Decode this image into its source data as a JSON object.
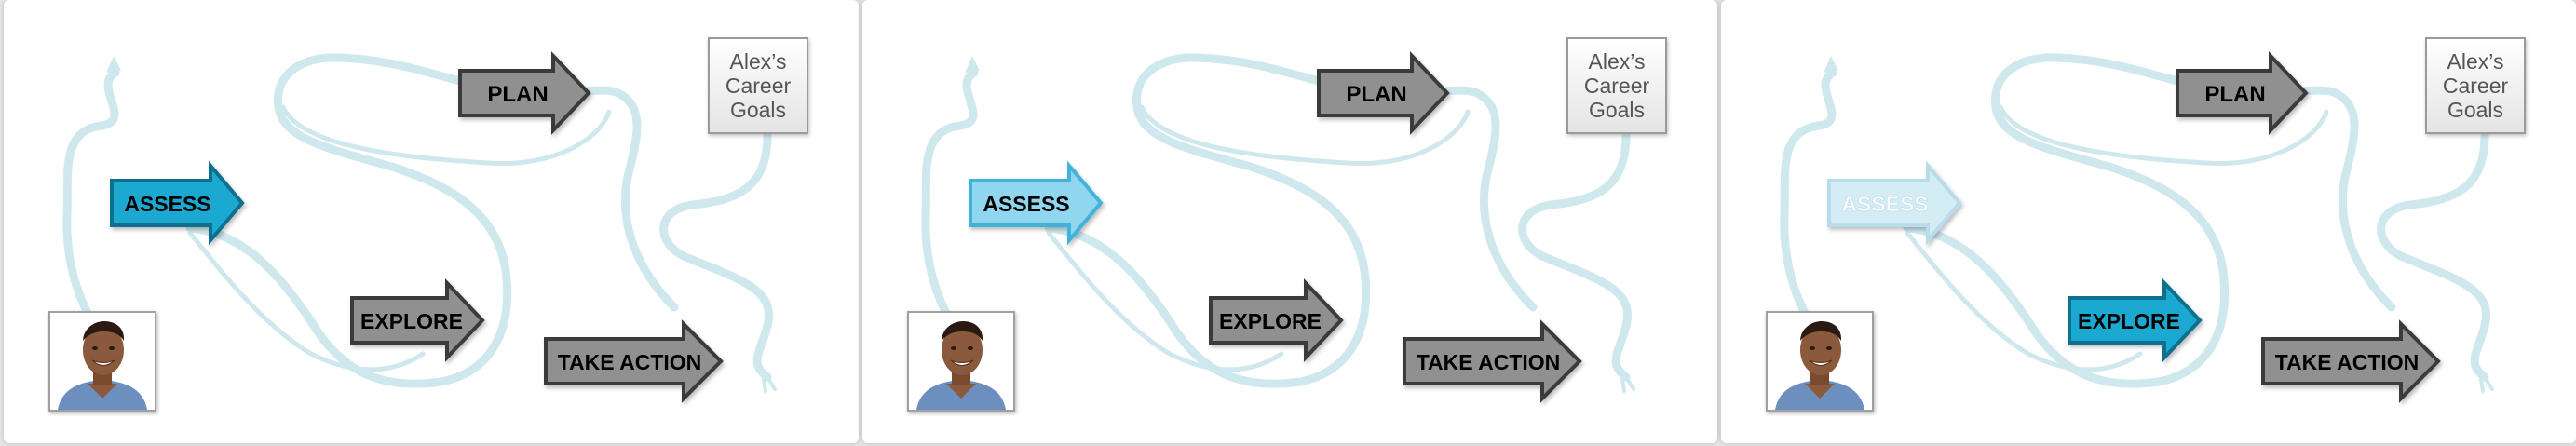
{
  "panels": [
    {
      "id": "panel-1",
      "highlight": "assess"
    },
    {
      "id": "panel-2",
      "highlight": "assess-light"
    },
    {
      "id": "panel-3",
      "highlight": "explore"
    }
  ],
  "steps": {
    "assess": "ASSESS",
    "plan": "PLAN",
    "explore": "EXPLORE",
    "take_action": "TAKE ACTION"
  },
  "goals_label": "Alex’s\nCareer\nGoals",
  "photo": {
    "subject": "smiling man portrait"
  },
  "colors": {
    "path": "#cfe8ee",
    "gray_fill": "#909090",
    "gray_stroke": "#3a3a3a",
    "teal_fill": "#1fa9d1",
    "teal_stroke": "#0d6f8f",
    "light_fill": "#8fd6ee",
    "light_stroke": "#3fb3da",
    "pale_fill": "#d4ecf4",
    "pale_stroke": "#b9dcea"
  }
}
